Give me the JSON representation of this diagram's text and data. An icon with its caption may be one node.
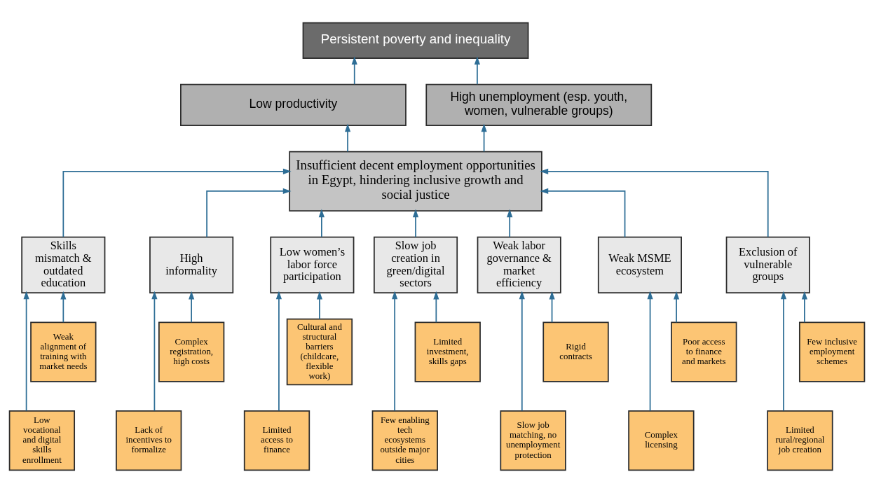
{
  "diagram": {
    "nodes": [
      {
        "text": [
          "Persistent poverty and inequality"
        ]
      },
      {
        "text": [
          "Low productivity"
        ]
      },
      {
        "text": [
          "High unemployment (esp. youth, women, vulnerable groups)"
        ]
      },
      {
        "text": [
          "Insufficient decent employment opportunities in Egypt, hindering inclusive growth and social justice"
        ]
      },
      {
        "text": [
          "Skills mismatch & outdated education"
        ]
      },
      {
        "text": [
          "High informality"
        ]
      },
      {
        "text": [
          "Low women’s labor force participation"
        ]
      },
      {
        "text": [
          "Slow job creation in green/digital sectors"
        ]
      },
      {
        "text": [
          "Weak labor governance & market efficiency"
        ]
      },
      {
        "text": [
          "Weak MSME ecosystem"
        ]
      },
      {
        "text": [
          "Exclusion of vulnerable groups"
        ]
      },
      {
        "text": [
          "Weak alignment of training with market needs"
        ]
      },
      {
        "text": [
          "Low vocational and digital skills enrollment"
        ]
      },
      {
        "text": [
          "Complex registration, high costs"
        ]
      },
      {
        "text": [
          "Lack of incentives to formalize"
        ]
      },
      {
        "text": [
          "Cultural and structural barriers (childcare, flexible work)"
        ]
      },
      {
        "text": [
          "Limited access to finance"
        ]
      },
      {
        "text": [
          "Limited investment, skills gaps"
        ]
      },
      {
        "text": [
          "Few enabling tech ecosystems outside major cities"
        ]
      },
      {
        "text": [
          "Rigid contracts"
        ]
      },
      {
        "text": [
          "Slow job matching, no unemployment protection"
        ]
      },
      {
        "text": [
          "Poor access to finance and markets"
        ]
      },
      {
        "text": [
          "Complex licensing"
        ]
      },
      {
        "text": [
          "Few inclusive employment schemes"
        ]
      },
      {
        "text": [
          "Limited rural/regional job creation"
        ]
      }
    ],
    "edges": [
      {
        "from": 1,
        "to": 0,
        "arrow": "to"
      },
      {
        "from": 2,
        "to": 0,
        "arrow": "to"
      },
      {
        "from": 3,
        "to": 1,
        "arrow": "to"
      },
      {
        "from": 3,
        "to": 2,
        "arrow": "to"
      },
      {
        "from": 4,
        "to": 3,
        "arrow": "to"
      },
      {
        "from": 5,
        "to": 3,
        "arrow": "to"
      },
      {
        "from": 6,
        "to": 3,
        "arrow": "to"
      },
      {
        "from": 7,
        "to": 3,
        "arrow": "to"
      },
      {
        "from": 8,
        "to": 3,
        "arrow": "to"
      },
      {
        "from": 9,
        "to": 3,
        "arrow": "to"
      },
      {
        "from": 10,
        "to": 3,
        "arrow": "to"
      },
      {
        "from": 11,
        "to": 4,
        "arrow": "to"
      },
      {
        "from": 12,
        "to": 4,
        "arrow": "to"
      },
      {
        "from": 13,
        "to": 5,
        "arrow": "to"
      },
      {
        "from": 14,
        "to": 5,
        "arrow": "to"
      },
      {
        "from": 15,
        "to": 6,
        "arrow": "to"
      },
      {
        "from": 16,
        "to": 6,
        "arrow": "to"
      },
      {
        "from": 17,
        "to": 7,
        "arrow": "to"
      },
      {
        "from": 18,
        "to": 7,
        "arrow": "to"
      },
      {
        "from": 19,
        "to": 8,
        "arrow": "to"
      },
      {
        "from": 20,
        "to": 8,
        "arrow": "to"
      },
      {
        "from": 21,
        "to": 9,
        "arrow": "to"
      },
      {
        "from": 22,
        "to": 9,
        "arrow": "to"
      },
      {
        "from": 23,
        "to": 10,
        "arrow": "to"
      },
      {
        "from": 24,
        "to": 10,
        "arrow": "to"
      }
    ]
  }
}
